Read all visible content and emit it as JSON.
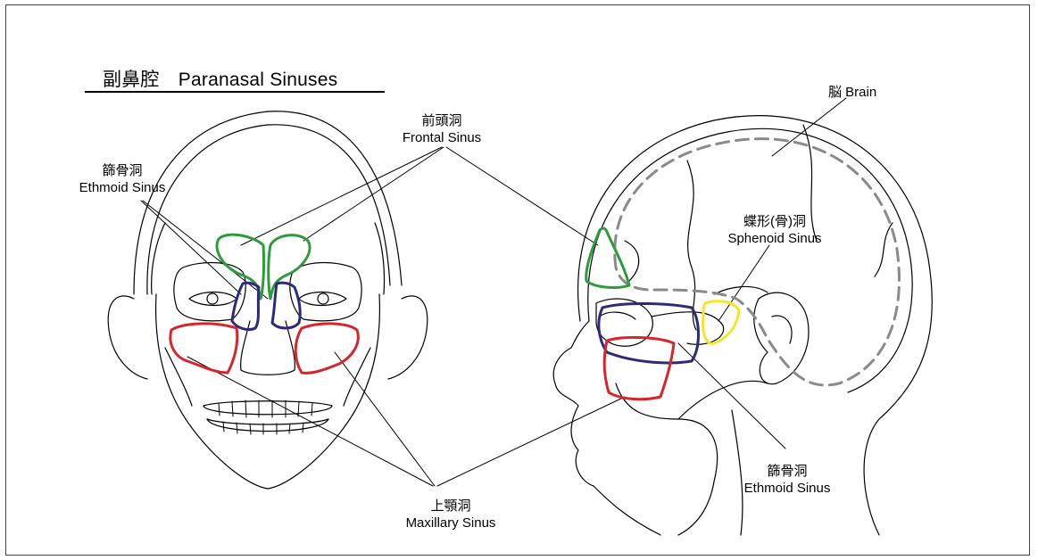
{
  "title": "副鼻腔　Paranasal Sinuses",
  "colors": {
    "frontal": "#2e9b3a",
    "ethmoid": "#2e2a7a",
    "maxillary": "#d6262b",
    "sphenoid": "#f2e62a",
    "brain_outline": "#8a8a8a",
    "line": "#000000"
  },
  "labels": {
    "frontal": {
      "jp": "前頭洞",
      "en": "Frontal Sinus"
    },
    "ethmoid_front": {
      "jp": "篩骨洞",
      "en": "Ethmoid Sinus"
    },
    "maxillary": {
      "jp": "上顎洞",
      "en": "Maxillary Sinus"
    },
    "brain": "脳 Brain",
    "sphenoid": {
      "jp": "蝶形(骨)洞",
      "en": "Sphenoid Sinus"
    },
    "ethmoid_side": {
      "jp": "篩骨洞",
      "en": "Ethmoid  Sinus"
    }
  }
}
